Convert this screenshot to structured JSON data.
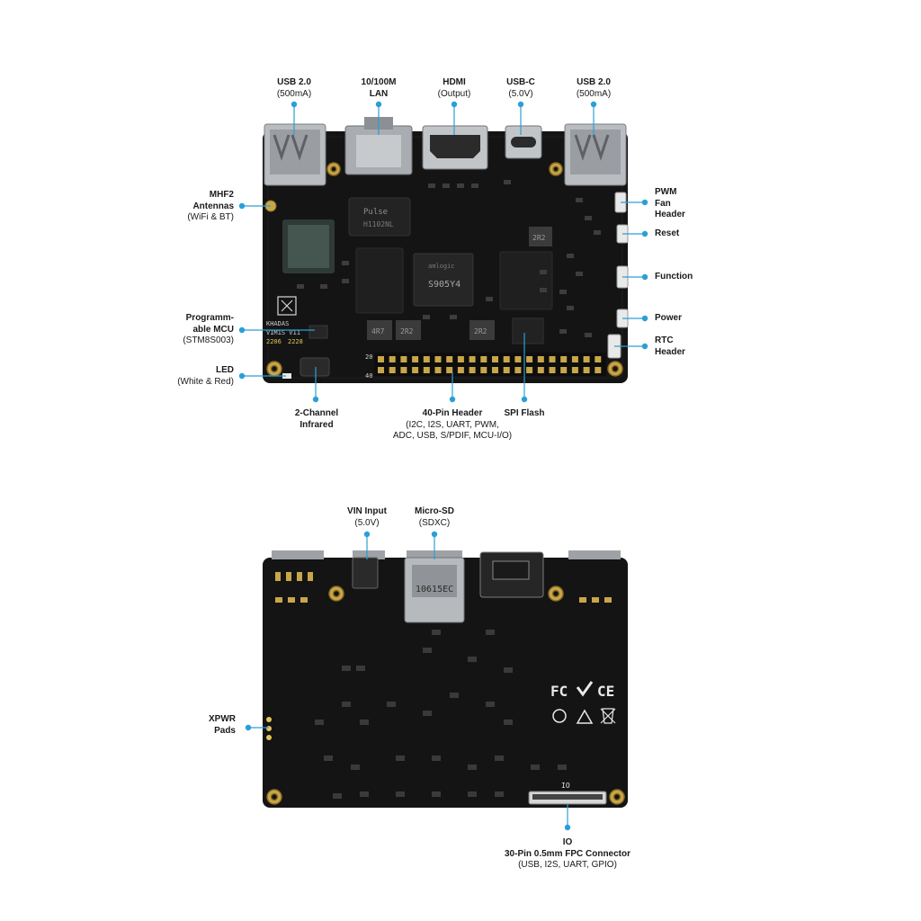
{
  "colors": {
    "pcb": "#141414",
    "callout": "#2a9fd6",
    "text": "#1a1a1a"
  },
  "top_board": {
    "chip_marks": {
      "soc": "S905Y4",
      "soc_brand": "amlogic",
      "lan_chip_brand": "Pulse",
      "lan_chip_model": "H1102NL",
      "board_brand": "KHADAS",
      "board_model": "VIM1S V11",
      "date_a": "2206",
      "date_b": "2228",
      "ind_a": "4R7",
      "ind_b": "2R2",
      "ind_c": "2R2",
      "ind_d": "2R2",
      "pin_20": "20",
      "pin_40": "40"
    },
    "labels": {
      "usb_left": {
        "title": "USB 2.0",
        "sub": "(500mA)"
      },
      "lan": {
        "title": "10/100M",
        "sub": "LAN"
      },
      "hdmi": {
        "title": "HDMI",
        "sub": "(Output)"
      },
      "usb_c": {
        "title": "USB-C",
        "sub": "(5.0V)"
      },
      "usb_right": {
        "title": "USB 2.0",
        "sub": "(500mA)"
      },
      "antennas": {
        "line1": "MHF2",
        "line2": "Antennas",
        "sub": "(WiFi & BT)"
      },
      "mcu": {
        "line1": "Programm-",
        "line2": "able MCU",
        "sub": "(STM8S003)"
      },
      "led": {
        "title": "LED",
        "sub": "(White & Red)"
      },
      "infrared": {
        "line1": "2-Channel",
        "line2": "Infrared"
      },
      "header40": {
        "title": "40-Pin Header",
        "sub1": "(I2C, I2S, UART, PWM,",
        "sub2": "ADC, USB, S/PDIF, MCU-I/O)"
      },
      "spi": {
        "title": "SPI Flash"
      },
      "fan": {
        "line1": "PWM",
        "line2": "Fan",
        "line3": "Header"
      },
      "reset": {
        "title": "Reset"
      },
      "function": {
        "title": "Function"
      },
      "power": {
        "title": "Power"
      },
      "rtc": {
        "line1": "RTC",
        "line2": "Header"
      }
    }
  },
  "bottom_board": {
    "chip_marks": {
      "sd_mark": "10615EC",
      "io_mark": "IO",
      "cert_fc": "FC",
      "cert_ce": "CE"
    },
    "labels": {
      "vin": {
        "title": "VIN Input",
        "sub": "(5.0V)"
      },
      "microsd": {
        "title": "Micro-SD",
        "sub": "(SDXC)"
      },
      "xpwr": {
        "line1": "XPWR",
        "line2": "Pads"
      },
      "io": {
        "title": "IO",
        "line2": "30-Pin 0.5mm FPC Connector",
        "sub": "(USB, I2S, UART, GPIO)"
      }
    }
  }
}
